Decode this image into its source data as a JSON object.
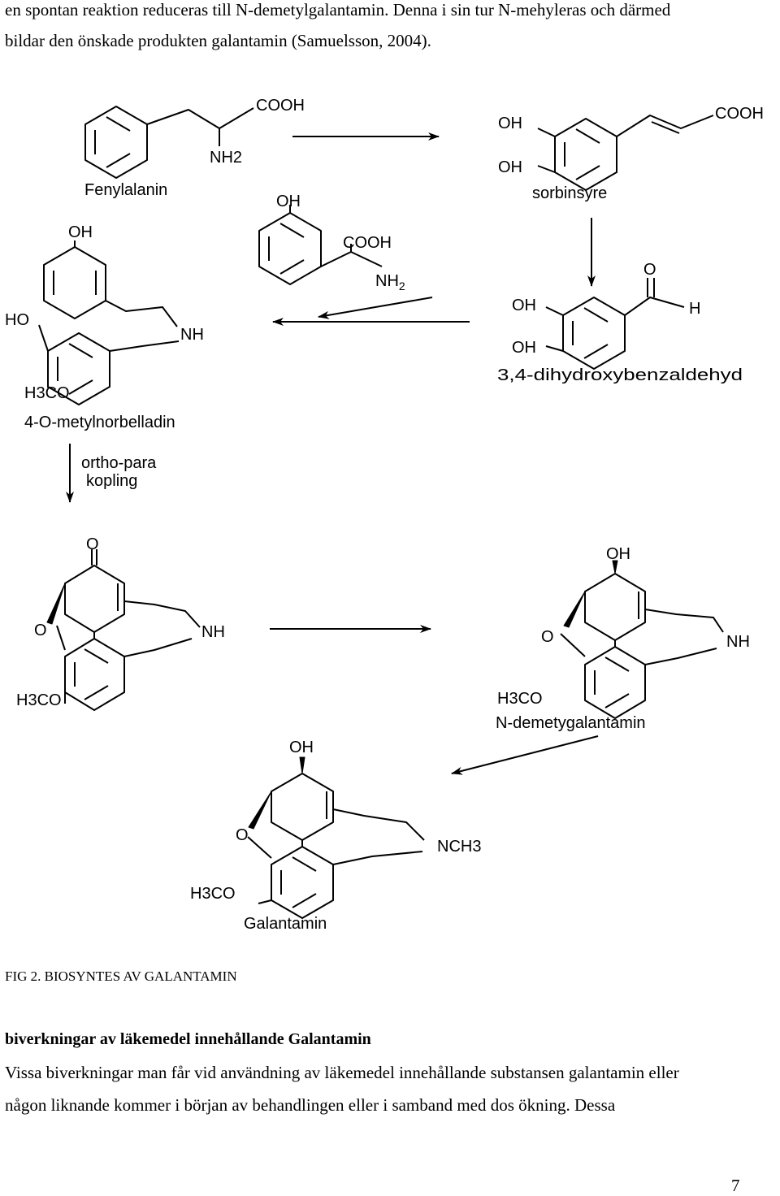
{
  "intro": {
    "line1": "en spontan reaktion reduceras till N-demetylgalantamin. Denna i sin tur N-mehyleras och därmed",
    "line2": "bildar den önskade produkten galantamin (Samuelsson, 2004)."
  },
  "scheme": {
    "compounds": {
      "fenylalanin": {
        "name": "Fenylalanin",
        "cooh": "COOH",
        "nh2": "NH2"
      },
      "sorbinsyre": {
        "name": "sorbinsyre",
        "oh_top": "OH",
        "oh_bottom": "OH",
        "cooh": "COOH"
      },
      "tyramine": {
        "oh": "OH",
        "cooh": "COOH",
        "nh": "NH",
        "sub2": "2"
      },
      "dihydroxybenzaldehyde": {
        "name": "3,4-dihydroxybenzaldehyd",
        "oh_top": "OH",
        "oh_bottom": "OH",
        "o": "O",
        "h": "H"
      },
      "norbelladin": {
        "name": "4-O-metylnorbelladin",
        "oh": "OH",
        "ho": "HO",
        "nh": "NH",
        "h3co": "H3CO"
      },
      "step_label": {
        "line1": "ortho-para",
        "line2": "kopling"
      },
      "noroxomaritidine": {
        "o_keto": "O",
        "o_ring": "O",
        "nh": "NH",
        "h3co": "H3CO"
      },
      "demetylgalantamin": {
        "name": "N-demetygalantamin",
        "oh": "OH",
        "o_ring": "O",
        "nh": "NH",
        "h3co": "H3CO"
      },
      "galantamin": {
        "name": "Galantamin",
        "oh": "OH",
        "o_ring": "O",
        "nch3": "NCH3",
        "h3co": "H3CO"
      }
    }
  },
  "caption": "FIG 2. BIOSYNTES AV GALANTAMIN",
  "section": {
    "heading": "biverkningar av läkemedel innehållande Galantamin",
    "line1": "Vissa biverkningar man får vid användning av läkemedel innehållande substansen galantamin eller",
    "line2": "någon liknande kommer i början av behandlingen eller i samband med dos ökning. Dessa"
  },
  "page_number": "7"
}
